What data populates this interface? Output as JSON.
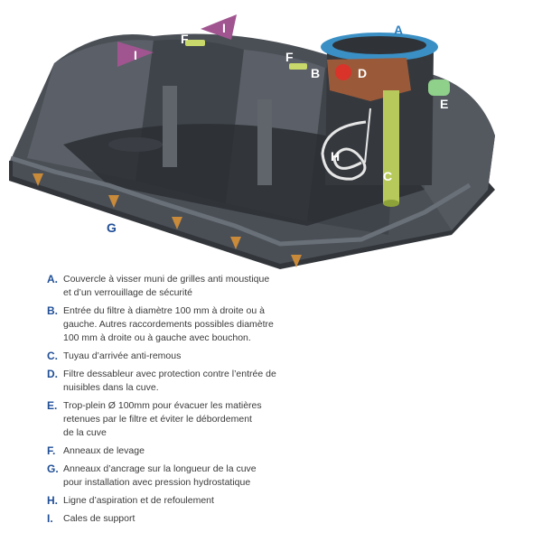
{
  "callouts": {
    "A": "A",
    "B": "B",
    "C": "C",
    "D": "D",
    "E": "E",
    "F1": "F",
    "F2": "F",
    "G": "G",
    "H": "H",
    "I1": "I",
    "I2": "I"
  },
  "legend": [
    {
      "letter": "A.",
      "text": "Couvercle à visser muni de grilles anti moustique\net d’un verrouillage de sécurité"
    },
    {
      "letter": "B.",
      "text": "Entrée du filtre à diamètre 100 mm à droite ou à\ngauche. Autres raccordements possibles diamètre\n100 mm à droite ou à gauche avec bouchon."
    },
    {
      "letter": "C.",
      "text": "Tuyau d’arrivée anti-remous"
    },
    {
      "letter": "D.",
      "text": "Filtre dessableur avec protection contre l’entrée de\nnuisibles dans la cuve."
    },
    {
      "letter": "E.",
      "text": "Trop-plein Ø 100mm pour évacuer les matières\nretenues par le filtre et éviter le débordement\nde la cuve"
    },
    {
      "letter": "F.",
      "text": "Anneaux de levage"
    },
    {
      "letter": "G.",
      "text": "Anneaux d’ancrage sur la longueur de la cuve\npour installation avec pression hydrostatique"
    },
    {
      "letter": "H.",
      "text": "Ligne d’aspiration et de refoulement"
    },
    {
      "letter": "I.",
      "text": "Cales de support"
    }
  ],
  "colors": {
    "tank_dark": "#3b3f45",
    "tank_mid": "#565b62",
    "tank_light": "#6d727a",
    "lid_blue": "#3a8fc4",
    "callout_navy": "#1f4e96",
    "filter_brown": "#9a5a3a",
    "filter_red": "#d9332a",
    "pipe_green": "#b7c95a",
    "overflow_green": "#8fd08a",
    "support_purple": "#a05590",
    "anchor_orange": "#c98a3a"
  }
}
